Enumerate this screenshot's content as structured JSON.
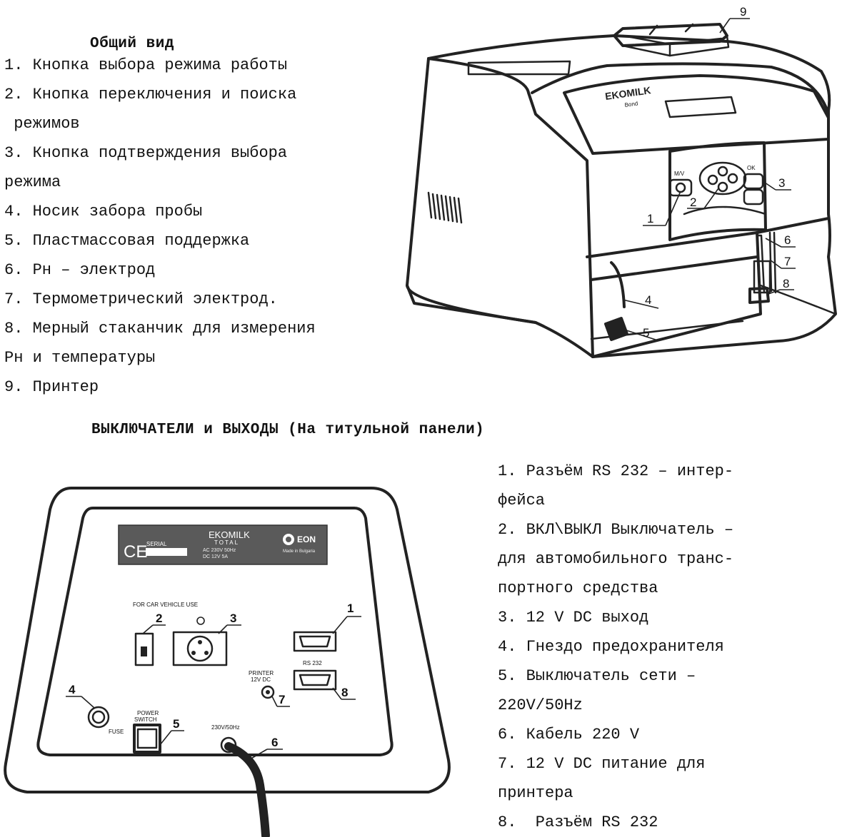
{
  "section1": {
    "title": "Общий вид",
    "items": [
      "1. Кнопка выбора режима работы",
      "2. Кнопка переключения и поиска",
      " режимов",
      "3. Кнопка подтверждения выбора",
      "режима",
      "4. Носик забора пробы",
      "5. Пластмассовая поддержка",
      "6. Рн – электрод",
      "7. Термометрический электрод.",
      "8. Мерный стаканчик для измерения",
      "Рн и температуры",
      "9. Принтер"
    ]
  },
  "section2": {
    "title": "ВЫКЛЮЧАТЕЛИ и ВЫХОДЫ (На титульной панели)",
    "items": [
      "1. Разъём RS 232 – интер-",
      "фейса",
      "2. ВКЛ\\ВЫКЛ Выключатель –",
      "для автомобильного транс-",
      "портного средства",
      "3. 12 V DC выход",
      "4. Гнездо предохранителя",
      "5. Выключатель сети –",
      "220V/50Hz",
      "6. Кабель 220 V",
      "7. 12 V DC питание для",
      "принтера",
      "8.  Разъём RS 232"
    ]
  },
  "device_drawing": {
    "brand": "EKOMILK",
    "brand_sub": "Bond",
    "callouts": [
      "1",
      "2",
      "3",
      "4",
      "5",
      "6",
      "7",
      "8",
      "9"
    ],
    "button_labels": {
      "mode": "M/V",
      "confirm": "OK"
    }
  },
  "panel_drawing": {
    "plate": {
      "serial_label": "SERIAL",
      "brand": "EKOMILK",
      "model": "TOTAL",
      "ce_mark": "CE",
      "eon": "EON",
      "spec1": "AC 230V 50Hz",
      "spec2": "DC 12V 5A",
      "made_in": "Made in Bulgaria"
    },
    "labels": {
      "car_use": "FOR CAR VEHICLE USE",
      "rs232": "RS 232",
      "printer": "PRINTER",
      "printer_v": "12V DC",
      "power_switch_1": "POWER",
      "power_switch_2": "SWITCH",
      "fuse": "FUSE",
      "mains": "230V/50Hz"
    },
    "callouts": [
      "1",
      "2",
      "3",
      "4",
      "5",
      "6",
      "7",
      "8"
    ]
  }
}
